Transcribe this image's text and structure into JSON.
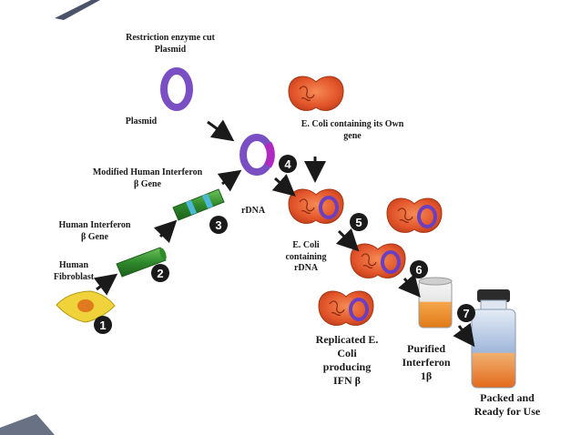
{
  "labels": {
    "restriction_enzyme": "Restriction enzyme cut\nPlasmid",
    "plasmid": "Plasmid",
    "ecoli_own_gene": "E. Coli containing its Own\ngene",
    "modified_gene": "Modified Human Interferon\nβ Gene",
    "rdna": "rDNA",
    "human_interferon_gene": "Human Interferon\nβ Gene",
    "human_fibroblast": "Human\nFibroblast",
    "ecoli_rdna": "E. Coli\ncontaining\nrDNA",
    "replicated": "Replicated E.\nColi\nproducing\nIFN β",
    "purified": "Purified\nInterferon\n1β",
    "packed": "Packed and\nReady for Use"
  },
  "steps": [
    "1",
    "2",
    "3",
    "4",
    "5",
    "6",
    "7"
  ],
  "colors": {
    "plasmid": "#7a4fc4",
    "ecoli": "#e85a2a",
    "gene_green": "#3c9a3a",
    "gene_band": "#4db8d8",
    "fibroblast": "#f0d23a",
    "badge": "#1a1a1a"
  },
  "icons": [
    "plasmid-ring",
    "ecoli-cell",
    "dna-segment",
    "fibroblast-cell",
    "flask",
    "vial"
  ]
}
